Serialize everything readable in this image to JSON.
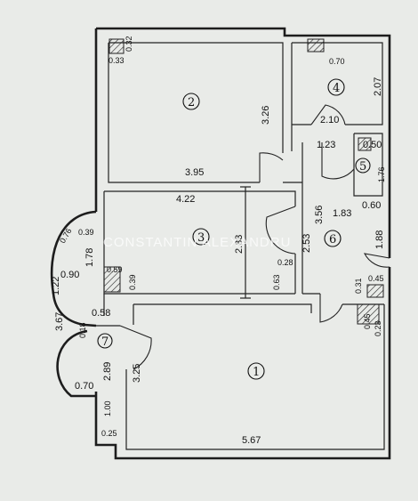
{
  "watermark": "CONSTANTIN ALEXANDRU",
  "rooms": [
    {
      "num": "1"
    },
    {
      "num": "2"
    },
    {
      "num": "3"
    },
    {
      "num": "4"
    },
    {
      "num": "5"
    },
    {
      "num": "6"
    },
    {
      "num": "7"
    }
  ],
  "dimensions": {
    "d_033": "0.33",
    "d_032": "0.32",
    "d_326": "3.26",
    "d_395": "3.95",
    "d_070_top": "0.70",
    "d_207": "2.07",
    "d_210": "2.10",
    "d_123": "1.23",
    "d_050": "0.50",
    "d_176": "1.76",
    "d_422": "4.22",
    "d_356": "3.56",
    "d_183": "1.83",
    "d_060": "0.60",
    "d_253": "2.53",
    "d_233": "2.33",
    "d_188": "1.88",
    "d_076": "0.76",
    "d_039": "0.39",
    "d_178": "1.78",
    "d_090": "0.90",
    "d_122": "1.22",
    "d_059": "0.59",
    "d_039b": "0.39",
    "d_028": "0.28",
    "d_063": "0.63",
    "d_031": "0.31",
    "d_045": "0.45",
    "d_367": "3.67",
    "d_058": "0.58",
    "d_045b": "0.45",
    "d_023": "0.23",
    "d_018": "0.18",
    "d_289": "2.89",
    "d_325": "3.25",
    "d_070_bot": "0.70",
    "d_100": "1.00",
    "d_025": "0.25",
    "d_567": "5.67"
  }
}
